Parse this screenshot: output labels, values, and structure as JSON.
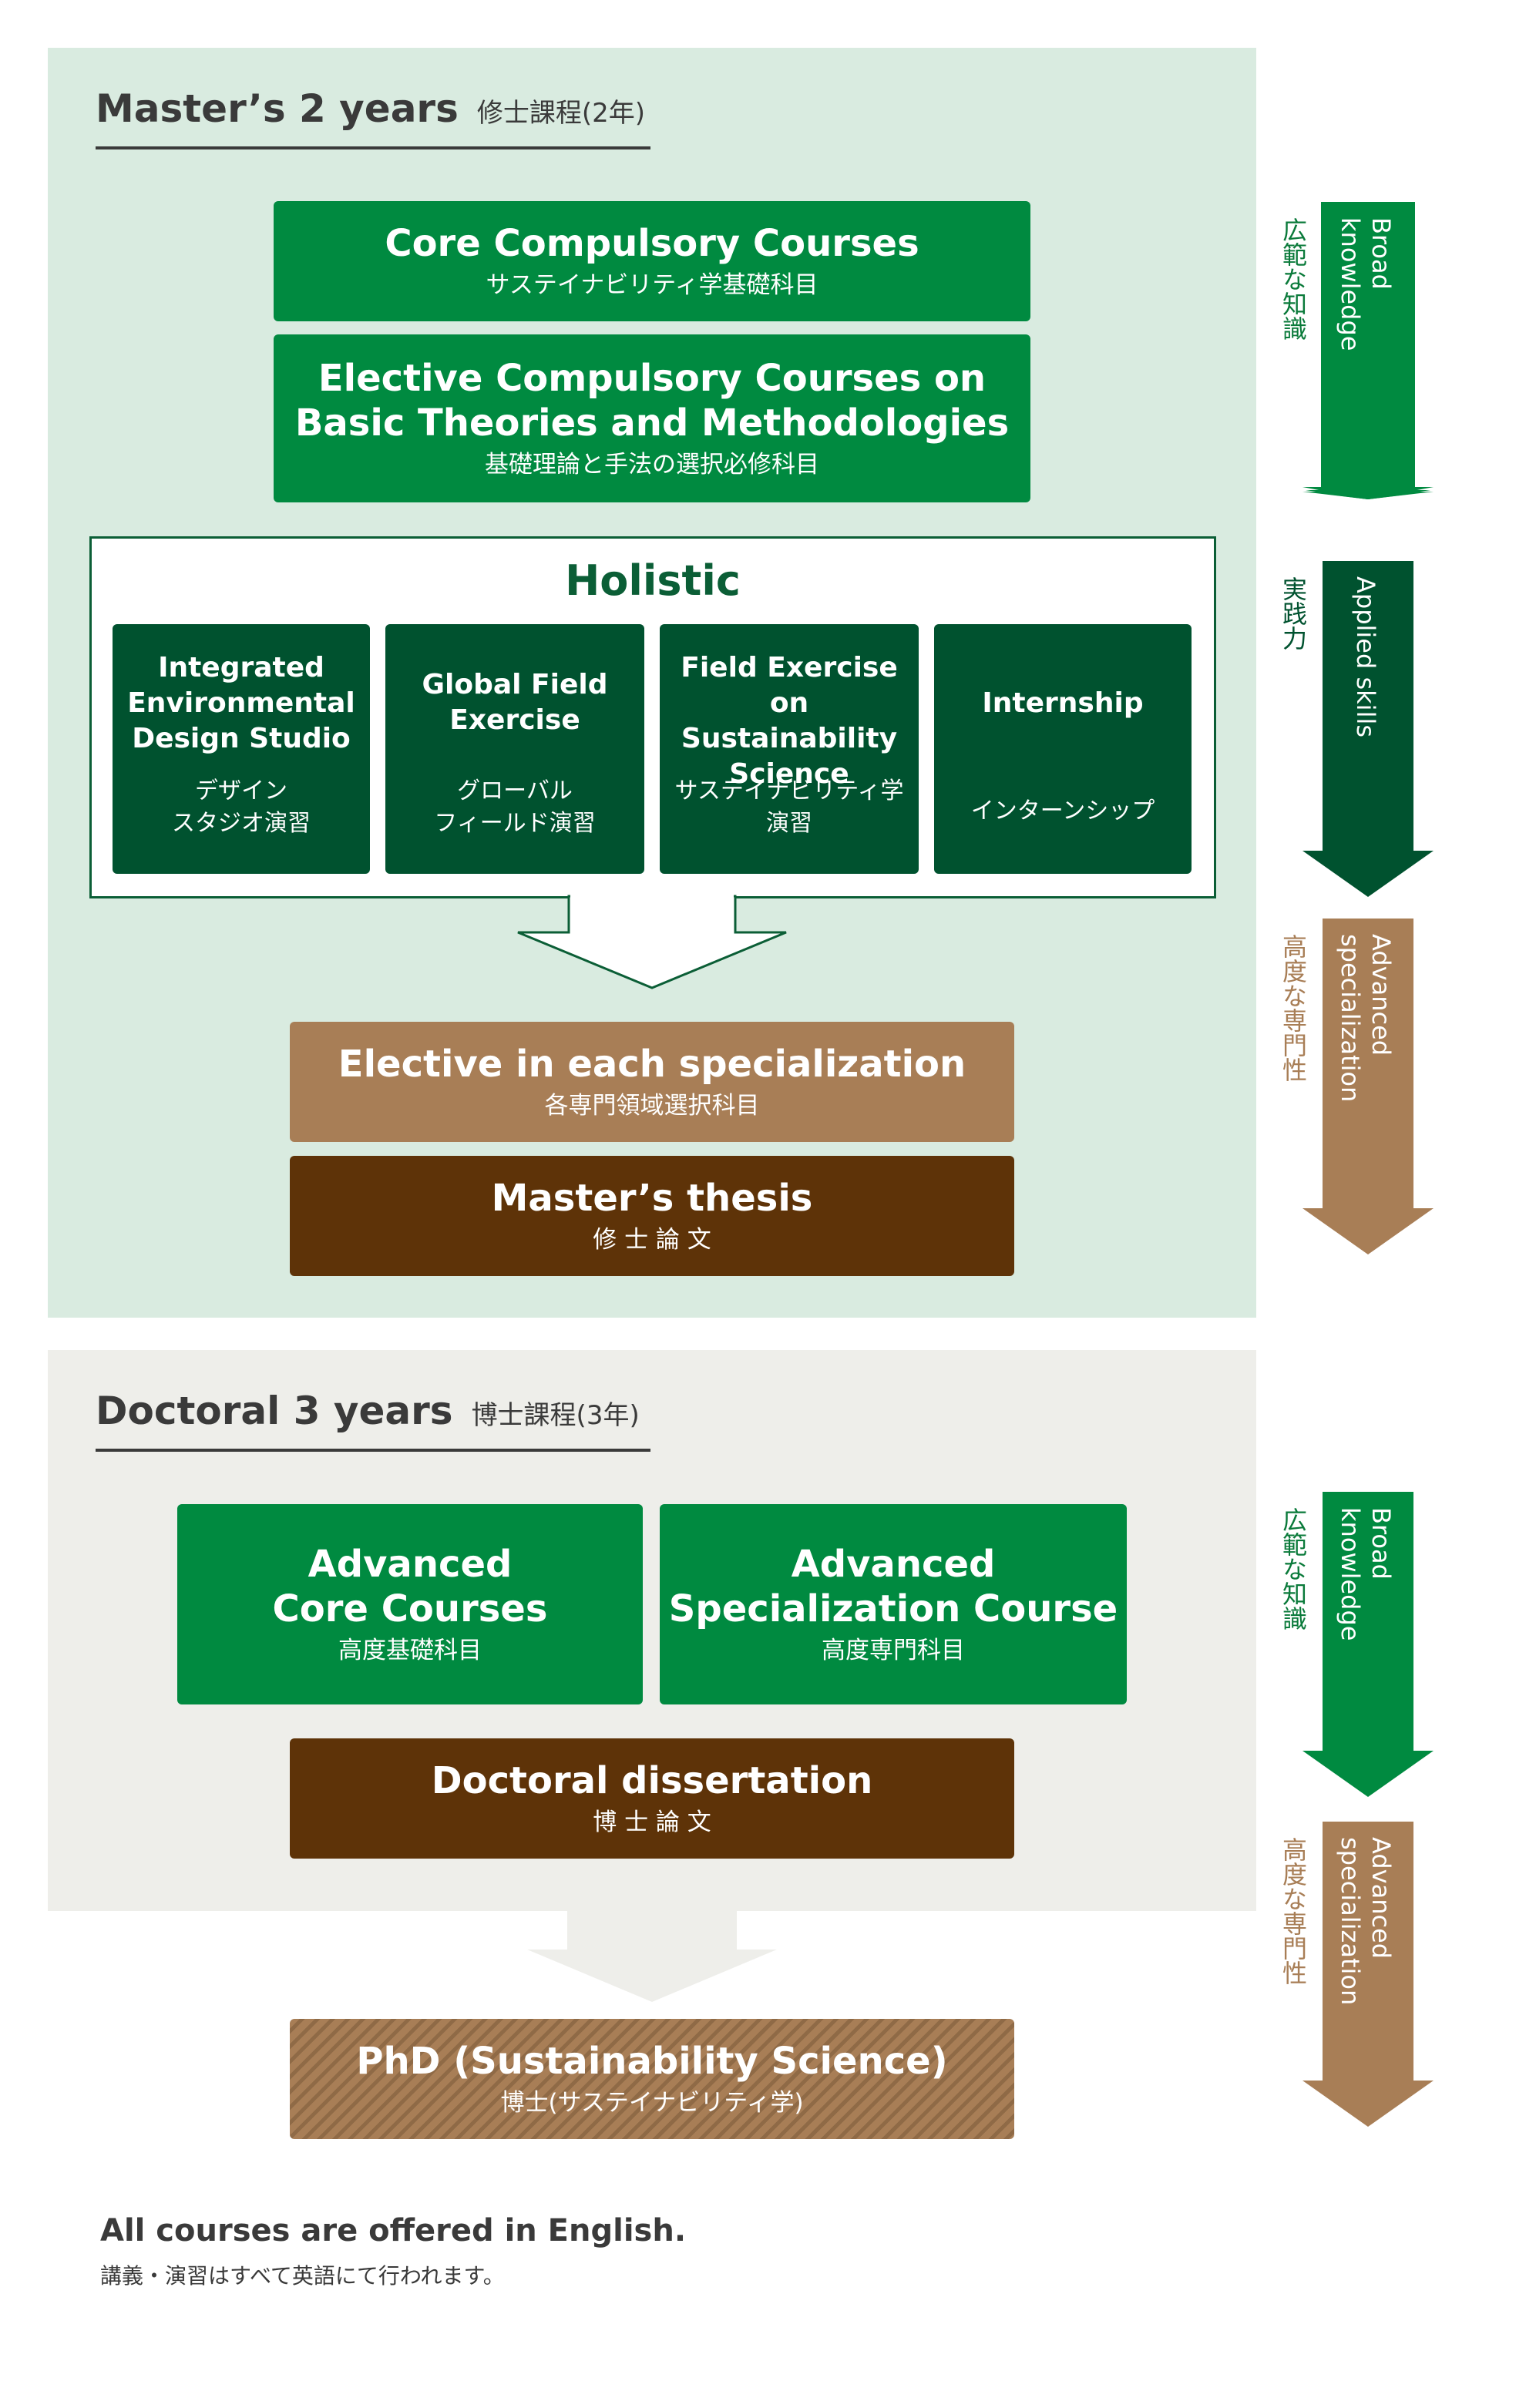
{
  "colors": {
    "green": "#008a40",
    "dark_green": "#00522f",
    "tan": "#a87e56",
    "brown": "#5e3308",
    "masters_bg": "#d9ebe0",
    "doctoral_bg": "#eeeeea"
  },
  "masters": {
    "title_en": "Master’s 2 years",
    "title_ja": "修士課程(2年)",
    "core": {
      "title": "Core Compulsory Courses",
      "sub": "サステイナビリティ学基礎科目"
    },
    "elective_compulsory": {
      "title_line1": "Elective Compulsory Courses on",
      "title_line2": "Basic Theories and Methodologies",
      "sub": "基礎理論と手法の選択必修科目"
    },
    "holistic": {
      "title": "Holistic",
      "items": [
        {
          "title": "Integrated\nEnvironmental\nDesign Studio",
          "sub": "デザイン\nスタジオ演習"
        },
        {
          "title": "Global Field\nExercise",
          "sub": "グローバル\nフィールド演習"
        },
        {
          "title": "Field Exercise on\nSustainability\nScience",
          "sub": "サステイナビリティ学\n演習"
        },
        {
          "title": "Internship",
          "sub": "インターンシップ"
        }
      ]
    },
    "elective_specialization": {
      "title": "Elective in each specialization",
      "sub": "各専門領域選択科目"
    },
    "thesis": {
      "title": "Master’s thesis",
      "sub": "修 士 論 文"
    }
  },
  "doctoral": {
    "title_en": "Doctoral 3 years",
    "title_ja": "博士課程(3年)",
    "advanced_core": {
      "title_line1": "Advanced",
      "title_line2": "Core Courses",
      "sub": "高度基礎科目"
    },
    "advanced_specialization": {
      "title_line1": "Advanced",
      "title_line2": "Specialization Course",
      "sub": "高度専門科目"
    },
    "dissertation": {
      "title": "Doctoral dissertation",
      "sub": "博 士 論 文"
    }
  },
  "phd": {
    "title": "PhD (Sustainability Science)",
    "sub": "博士(サステイナビリティ学)"
  },
  "side_arrows": {
    "broad_en": "Broad\nknowledge",
    "broad_ja": "広範な知識",
    "applied_en": "Applied skills",
    "applied_ja": "実践力",
    "advanced_en": "Advanced\nspecialization",
    "advanced_ja": "高度な専門性"
  },
  "footer": {
    "en": "All courses are offered in English.",
    "ja": "講義・演習はすべて英語にて行われます。"
  }
}
